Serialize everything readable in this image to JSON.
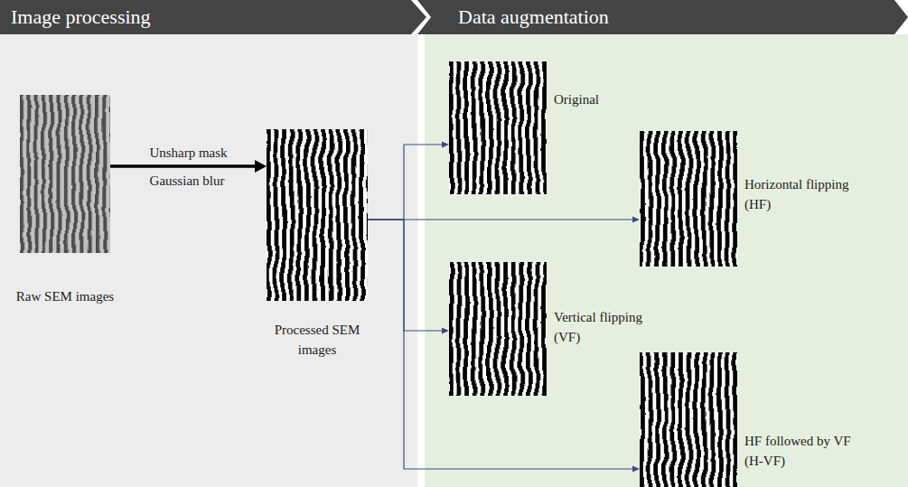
{
  "diagram": {
    "nodes": [
      {
        "text": [
          "Image processing"
        ]
      },
      {
        "text": [
          "Data augmentation"
        ]
      },
      {
        "text": [
          "Raw SEM images"
        ]
      },
      {
        "text": [
          "Processed SEM images"
        ]
      },
      {
        "text": [
          "Original"
        ]
      },
      {
        "text": [
          "Horizontal flipping (HF)"
        ]
      },
      {
        "text": [
          "Vertical flipping (VF)"
        ]
      },
      {
        "text": [
          "HF followed by VF (H-VF)"
        ]
      }
    ],
    "edges": [
      {
        "from": 2,
        "to": 3,
        "label": "Unsharp mask",
        "arrow": "to"
      },
      {
        "from": 3,
        "to": 4,
        "arrow": "to"
      },
      {
        "from": 3,
        "to": 5,
        "arrow": "to"
      },
      {
        "from": 3,
        "to": 6,
        "arrow": "to"
      },
      {
        "from": 3,
        "to": 7,
        "arrow": "to"
      }
    ],
    "labels": [
      "Gaussian blur"
    ]
  }
}
